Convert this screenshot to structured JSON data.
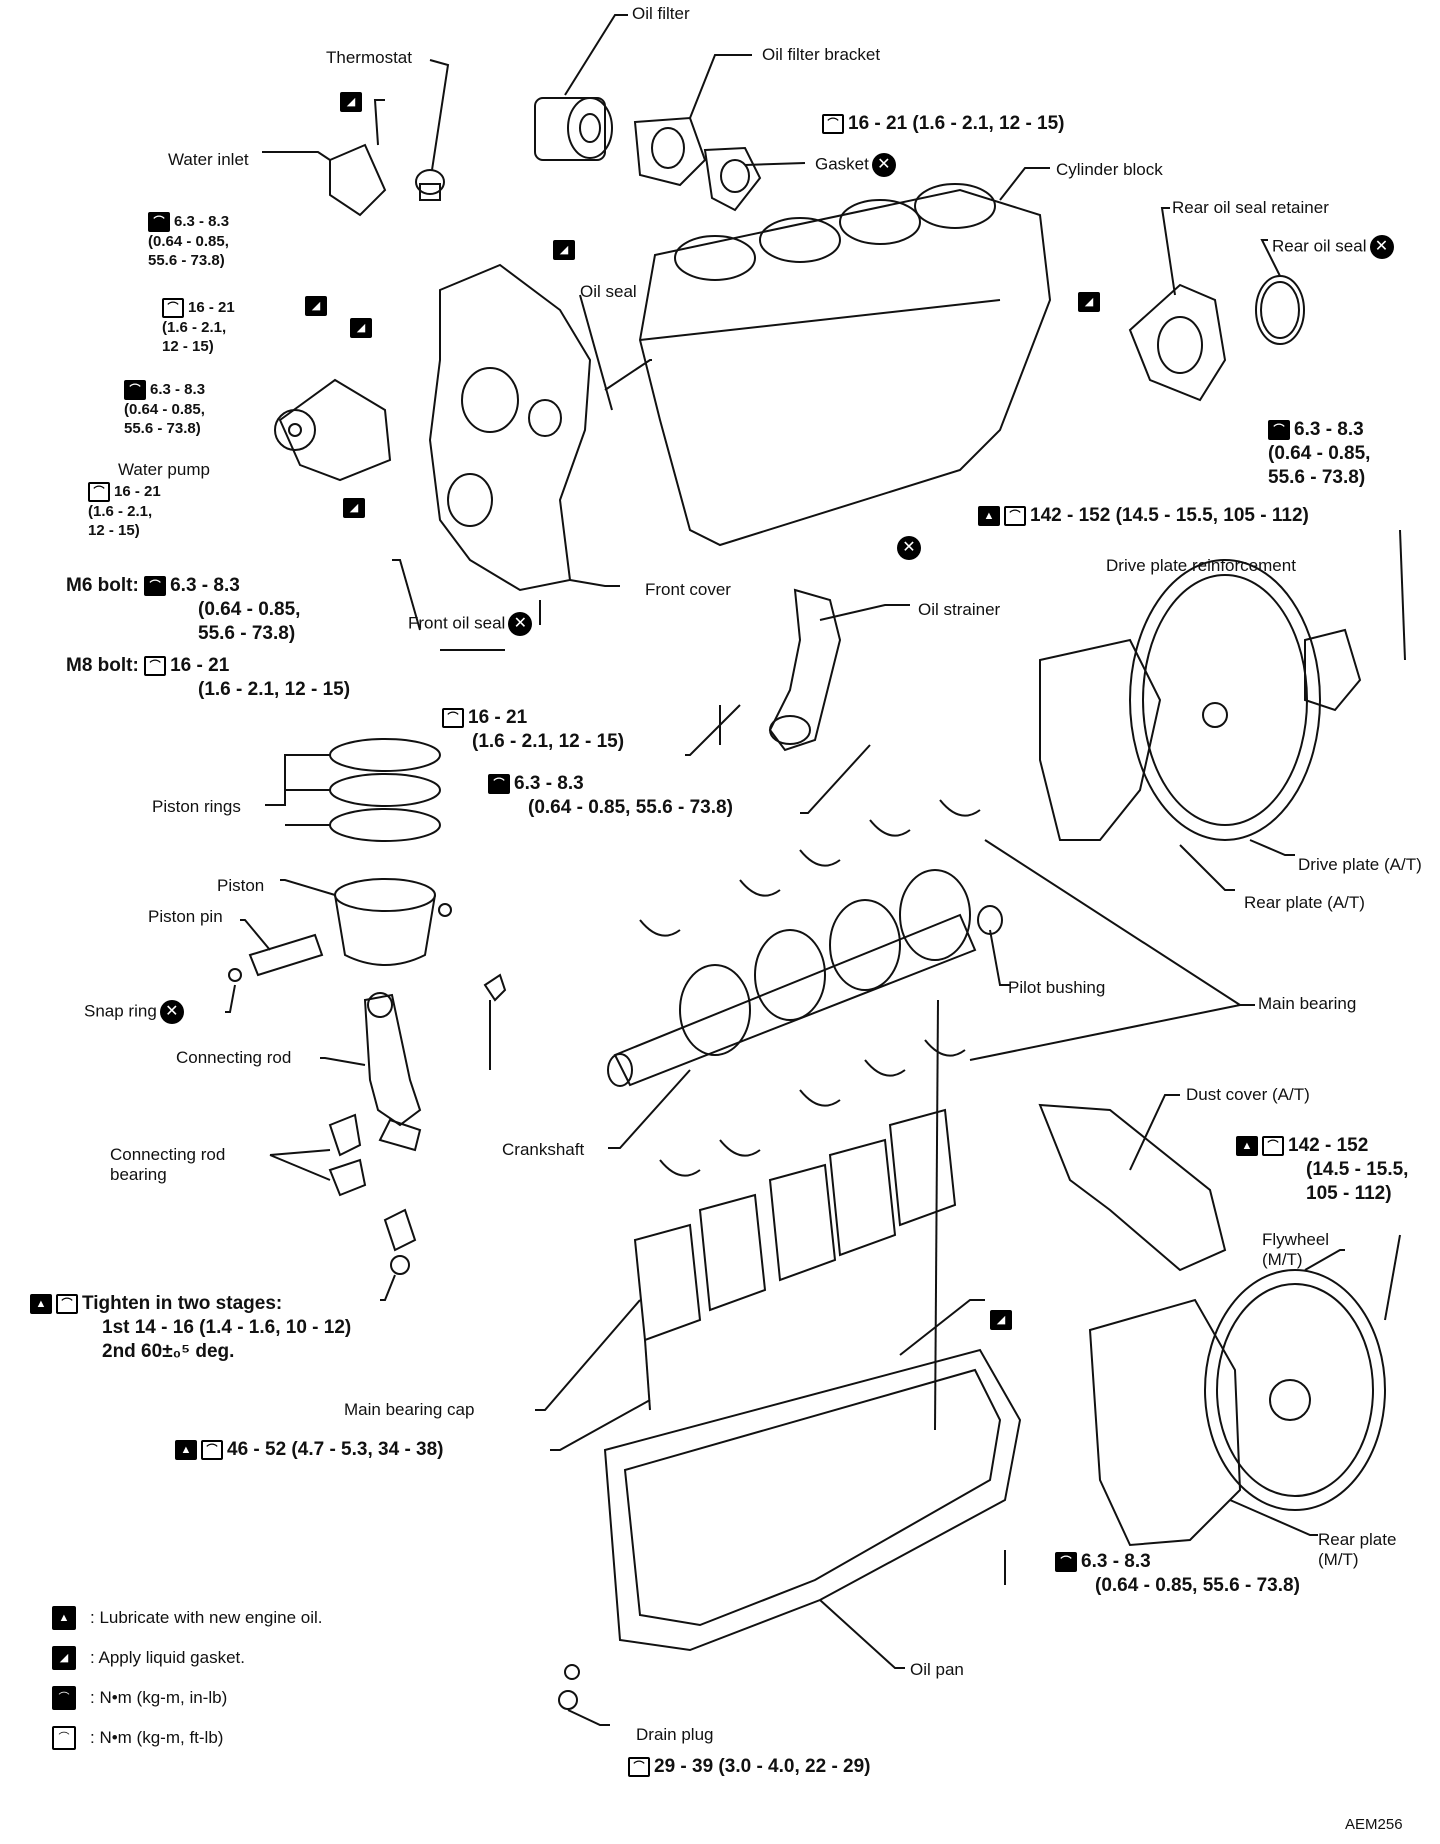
{
  "labels": {
    "oil_filter": "Oil filter",
    "oil_filter_bracket": "Oil filter bracket",
    "thermostat": "Thermostat",
    "water_inlet": "Water inlet",
    "gasket": "Gasket",
    "cylinder_block": "Cylinder block",
    "rear_oil_seal_retainer": "Rear oil seal retainer",
    "rear_oil_seal": "Rear oil seal",
    "oil_seal": "Oil seal",
    "water_pump": "Water pump",
    "front_cover": "Front cover",
    "front_oil_seal": "Front oil seal",
    "oil_strainer": "Oil strainer",
    "drive_plate_reinforcement": "Drive plate reinforcement",
    "drive_plate": "Drive plate (A/T)",
    "rear_plate_at": "Rear plate (A/T)",
    "piston_rings": "Piston rings",
    "piston": "Piston",
    "piston_pin": "Piston pin",
    "snap_ring": "Snap ring",
    "connecting_rod": "Connecting rod",
    "connecting_rod_bearing_1": "Connecting rod",
    "connecting_rod_bearing_2": "bearing",
    "pilot_bushing": "Pilot bushing",
    "main_bearing": "Main bearing",
    "crankshaft": "Crankshaft",
    "dust_cover": "Dust cover (A/T)",
    "flywheel_1": "Flywheel",
    "flywheel_2": "(M/T)",
    "main_bearing_cap": "Main bearing cap",
    "rear_plate_mt_1": "Rear plate",
    "rear_plate_mt_2": "(M/T)",
    "oil_pan": "Oil pan",
    "drain_plug": "Drain plug"
  },
  "specs": {
    "oil_filter_bracket_bolt": "16 - 21 (1.6 - 2.1, 12 - 15)",
    "thermostat_bolt": [
      "6.3 - 8.3",
      "(0.64 - 0.85,",
      "55.6 - 73.8)"
    ],
    "water_inlet_bolt": [
      "16 - 21",
      "(1.6 - 2.1,",
      "12 - 15)"
    ],
    "water_pump_bolt_a": [
      "6.3 - 8.3",
      "(0.64 - 0.85,",
      "55.6 - 73.8)"
    ],
    "water_pump_bolt_b": [
      "16 - 21",
      "(1.6 - 2.1,",
      "12 - 15)"
    ],
    "rear_retainer_bolt": [
      "6.3 - 8.3",
      "(0.64 - 0.85,",
      "55.6 - 73.8)"
    ],
    "drive_plate_bolt": "142 - 152 (14.5 - 15.5, 105 - 112)",
    "m6_label": "M6 bolt:",
    "m6_bolt": [
      "6.3 - 8.3",
      "(0.64 - 0.85,",
      "55.6 - 73.8)"
    ],
    "m8_label": "M8 bolt:",
    "m8_bolt": [
      "16 - 21",
      "(1.6 - 2.1, 12 - 15)"
    ],
    "strainer_bolt_a": [
      "16 - 21",
      "(1.6 - 2.1, 12 - 15)"
    ],
    "strainer_bolt_b": [
      "6.3 - 8.3",
      "(0.64 - 0.85, 55.6 - 73.8)"
    ],
    "conrod_nut": [
      "Tighten in two stages:",
      "1st 14 - 16 (1.4 - 1.6, 10 - 12)",
      "2nd 60±₀⁵ deg."
    ],
    "main_cap_bolt": "46 - 52 (4.7 - 5.3, 34 - 38)",
    "flywheel_bolt": [
      "142 - 152",
      "(14.5 - 15.5,",
      "105 - 112)"
    ],
    "rear_plate_bolt": [
      "6.3 - 8.3",
      "(0.64 - 0.85, 55.6 - 73.8)"
    ],
    "drain_plug_torque": "29 - 39 (3.0 - 4.0, 22 - 29)"
  },
  "legend": [
    {
      "icon": "lubricate-icon",
      "text": ": Lubricate with new engine oil."
    },
    {
      "icon": "liquid-gasket-icon",
      "text": ": Apply liquid gasket."
    },
    {
      "icon": "torque-inlb-icon",
      "text": ": N•m (kg-m, in-lb)"
    },
    {
      "icon": "torque-ftlb-icon",
      "text": ": N•m (kg-m, ft-lb)"
    }
  ],
  "figure_code": "AEM256"
}
